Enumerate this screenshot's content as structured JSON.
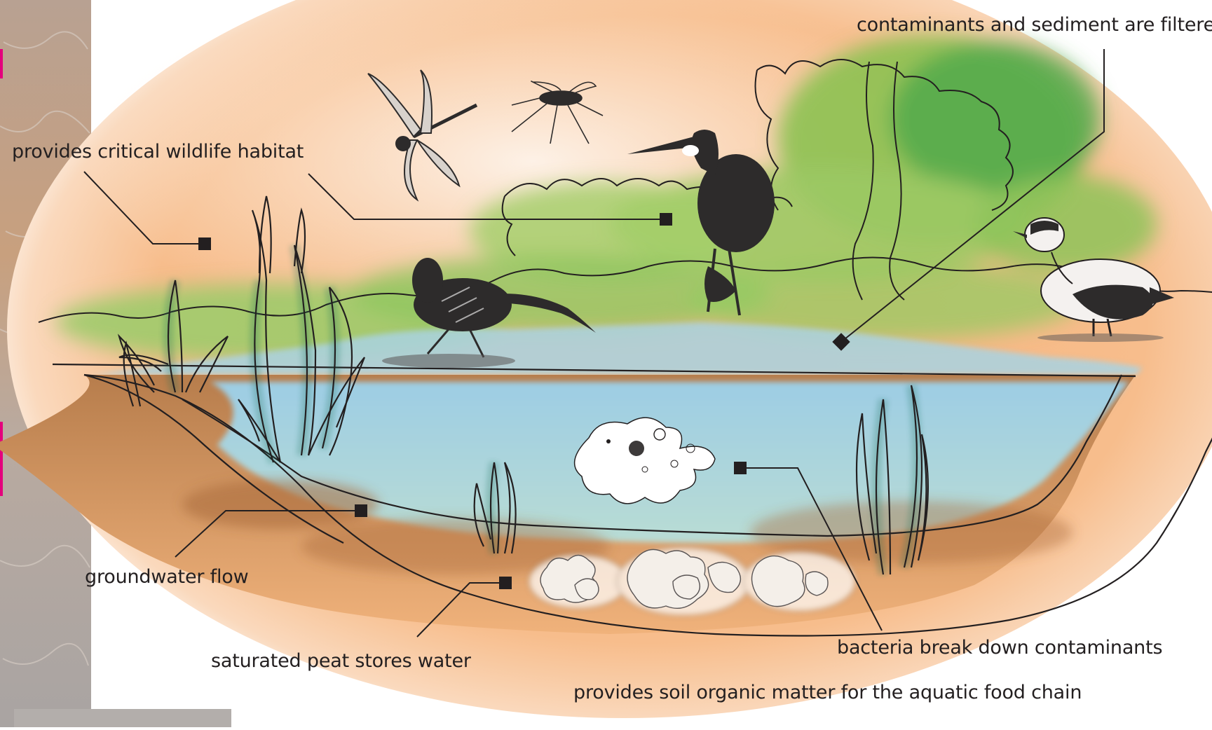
{
  "diagram": {
    "labels": {
      "habitat": "provides critical wildlife habitat",
      "filter": "contaminants and sediment are filtered",
      "groundwater": "groundwater flow",
      "peat": "saturated peat stores water",
      "bacteria": "bacteria break down contaminants",
      "organic": "provides soil organic matter for the aquatic food chain"
    },
    "colors": {
      "soil_halo": "#f5b47c",
      "peat_brown": "#a7693a",
      "water_blue": "#8fc4de",
      "vegetation_green": "#8cc152",
      "ink": "#231f20",
      "accent_magenta": "#e4007c"
    }
  }
}
